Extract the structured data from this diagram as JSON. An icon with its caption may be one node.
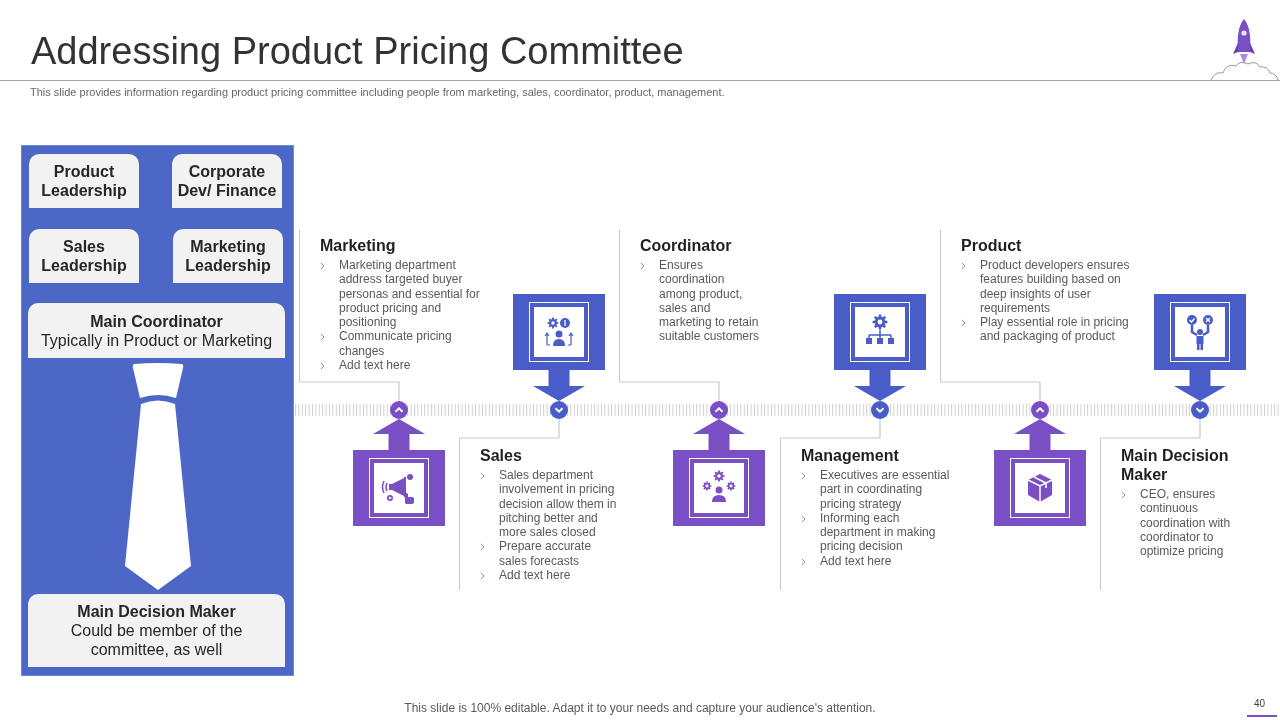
{
  "diagram": {
    "title": "Addressing Product Pricing Committee",
    "nodes": [
      {
        "text": [],
        "shape": "box"
      },
      {
        "text": [
          "Product Leadership"
        ],
        "in": 0
      },
      {
        "text": [
          "Corporate Dev/ Finance"
        ],
        "in": 0
      },
      {
        "text": [
          "Sales Leadership"
        ],
        "in": 0
      },
      {
        "text": [
          "Marketing Leadership"
        ],
        "in": 0
      },
      {
        "text": [
          "Main Coordinator",
          "Typically in Product or Marketing"
        ],
        "in": 0
      },
      {
        "text": [
          "Main Decision Maker",
          "Could be member of the committee, as well"
        ],
        "in": 0
      },
      {
        "text": [
          "Marketing",
          "Marketing department address targeted buyer personas and essential for product pricing and positioning",
          "Communicate pricing changes",
          "Add text here"
        ]
      },
      {
        "text": [],
        "shape": "circle"
      },
      {
        "text": [],
        "shape": "picture"
      },
      {
        "text": [
          "Sales",
          "Sales department involvement in pricing decision allow them in pitching better and more sales closed",
          "Prepare accurate sales forecasts",
          "Add text here"
        ]
      },
      {
        "text": [],
        "shape": "circle"
      },
      {
        "text": [],
        "shape": "picture"
      },
      {
        "text": [
          "Coordinator",
          "Ensures coordination among product, sales and marketing to retain suitable customers"
        ]
      },
      {
        "text": [],
        "shape": "circle"
      },
      {
        "text": [],
        "shape": "picture"
      },
      {
        "text": [
          "Management",
          "Executives are essential part in coordinating pricing strategy",
          "Informing each department in making pricing decision",
          "Add text here"
        ]
      },
      {
        "text": [],
        "shape": "circle"
      },
      {
        "text": [],
        "shape": "picture"
      },
      {
        "text": [
          "Product",
          "Product developers ensures features building based on deep insights of user requirements",
          "Play essential role in pricing and packaging of product"
        ]
      },
      {
        "text": [],
        "shape": "circle"
      },
      {
        "text": [],
        "shape": "picture"
      },
      {
        "text": [
          "Main Decision Maker",
          "CEO, ensures continuous coordination with coordinator to optimize pricing"
        ]
      },
      {
        "text": [],
        "shape": "circle"
      },
      {
        "text": [],
        "shape": "picture"
      }
    ],
    "edges": [
      {
        "from": 7,
        "to": 8,
        "arrow": "none"
      },
      {
        "from": 9,
        "to": 8,
        "arrow": "to",
        "style": "thick",
        "color": "#7b4fc4"
      },
      {
        "from": 10,
        "to": 11,
        "arrow": "none"
      },
      {
        "from": 12,
        "to": 11,
        "arrow": "to",
        "style": "thick",
        "color": "#4a5cc7"
      },
      {
        "from": 13,
        "to": 14,
        "arrow": "none"
      },
      {
        "from": 15,
        "to": 14,
        "arrow": "to",
        "style": "thick",
        "color": "#7b4fc4"
      },
      {
        "from": 16,
        "to": 17,
        "arrow": "none"
      },
      {
        "from": 18,
        "to": 17,
        "arrow": "to",
        "style": "thick",
        "color": "#4a5cc7"
      },
      {
        "from": 19,
        "to": 20,
        "arrow": "none"
      },
      {
        "from": 21,
        "to": 20,
        "arrow": "to",
        "style": "thick",
        "color": "#7b4fc4"
      },
      {
        "from": 22,
        "to": 23,
        "arrow": "none"
      },
      {
        "from": 24,
        "to": 23,
        "arrow": "to",
        "style": "thick",
        "color": "#4a5cc7"
      }
    ],
    "labels": [
      "This slide provides information regarding product pricing committee including people from marketing, sales, coordinator, product, management.",
      "This slide is 100% editable. Adapt it to your needs and capture your audience's attention.",
      "40"
    ]
  }
}
